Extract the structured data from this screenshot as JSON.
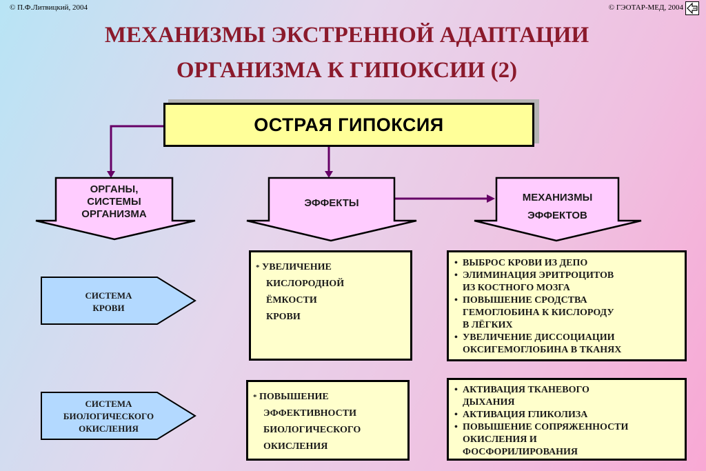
{
  "copyright_left": "© П.Ф.Литвицкий, 2004",
  "copyright_right": "© ГЭОТАР-МЕД, 2004",
  "title_line1": "МЕХАНИЗМЫ  ЭКСТРЕННОЙ  АДАПТАЦИИ",
  "title_line2": "ОРГАНИЗМА  К  ГИПОКСИИ (2)",
  "main_box": "ОСТРАЯ  ГИПОКСИЯ",
  "columns": {
    "organs": [
      "ОРГАНЫ,",
      "СИСТЕМЫ",
      "ОРГАНИЗМА"
    ],
    "effects": "ЭФФЕКТЫ",
    "mechanisms": [
      "МЕХАНИЗМЫ",
      "ЭФФЕКТОВ"
    ]
  },
  "rows": [
    {
      "system": [
        "СИСТЕМА",
        "КРОВИ"
      ],
      "effect_bullet": "*",
      "effect": [
        "УВЕЛИЧЕНИЕ",
        "КИСЛОРОДНОЙ",
        "ЁМКОСТИ",
        "КРОВИ"
      ],
      "mechanisms": [
        [
          "ВЫБРОС КРОВИ ИЗ ДЕПО"
        ],
        [
          "ЭЛИМИНАЦИЯ ЭРИТРОЦИТОВ",
          "ИЗ КОСТНОГО МОЗГА"
        ],
        [
          "ПОВЫШЕНИЕ СРОДСТВА",
          "ГЕМОГЛОБИНА К КИСЛОРОДУ",
          "В ЛЁГКИХ"
        ],
        [
          "УВЕЛИЧЕНИЕ ДИССОЦИАЦИИ",
          "ОКСИГЕМОГЛОБИНА В ТКАНЯХ"
        ]
      ]
    },
    {
      "system": [
        "СИСТЕМА",
        "БИОЛОГИЧЕСКОГО",
        "ОКИСЛЕНИЯ"
      ],
      "effect_bullet": "*",
      "effect": [
        "ПОВЫШЕНИЕ",
        "ЭФФЕКТИВНОСТИ",
        "БИОЛОГИЧЕСКОГО",
        "ОКИСЛЕНИЯ"
      ],
      "mechanisms": [
        [
          "АКТИВАЦИЯ  ТКАНЕВОГО",
          "ДЫХАНИЯ"
        ],
        [
          "АКТИВАЦИЯ ГЛИКОЛИЗА"
        ],
        [
          "ПОВЫШЕНИЕ СОПРЯЖЕННОСТИ",
          "ОКИСЛЕНИЯ  И",
          "ФОСФОРИЛИРОВАНИЯ"
        ]
      ]
    }
  ],
  "colors": {
    "title": "#8b1a2c",
    "connector": "#660066",
    "header_arrow_fill": "#ffccff",
    "system_arrow_fill": "#b3d9ff",
    "box_fill": "#ffffcc",
    "main_box_fill": "#ffff99"
  }
}
